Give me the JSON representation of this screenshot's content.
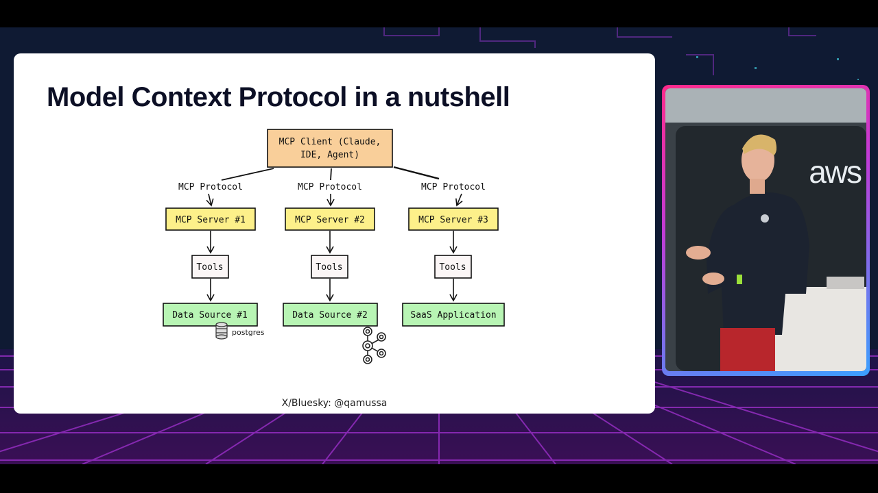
{
  "slide": {
    "title": "Model Context Protocol in a nutshell",
    "credit": "X/Bluesky: @qamussa"
  },
  "diagram": {
    "client": {
      "line1": "MCP Client (Claude,",
      "line2": "IDE, Agent)"
    },
    "protocol_labels": [
      "MCP Protocol",
      "MCP Protocol",
      "MCP Protocol"
    ],
    "servers": [
      "MCP Server #1",
      "MCP Server #2",
      "MCP Server #3"
    ],
    "tools": [
      "Tools",
      "Tools",
      "Tools"
    ],
    "sources": [
      "Data Source #1",
      "Data Source #2",
      "SaaS Application"
    ],
    "postgres_label": "postgres"
  },
  "colors": {
    "client_fill": "#f9cf9a",
    "server_fill": "#fdf08a",
    "tools_fill": "#fbf6f6",
    "source_fill": "#b8f5b4",
    "cam_border_top": "#ff2a8a",
    "cam_border_bottom": "#3aa0ff"
  },
  "icons": [
    "database-icon",
    "kafka-icon",
    "aws-logo"
  ],
  "webcam": {
    "logo_text": "aws"
  }
}
